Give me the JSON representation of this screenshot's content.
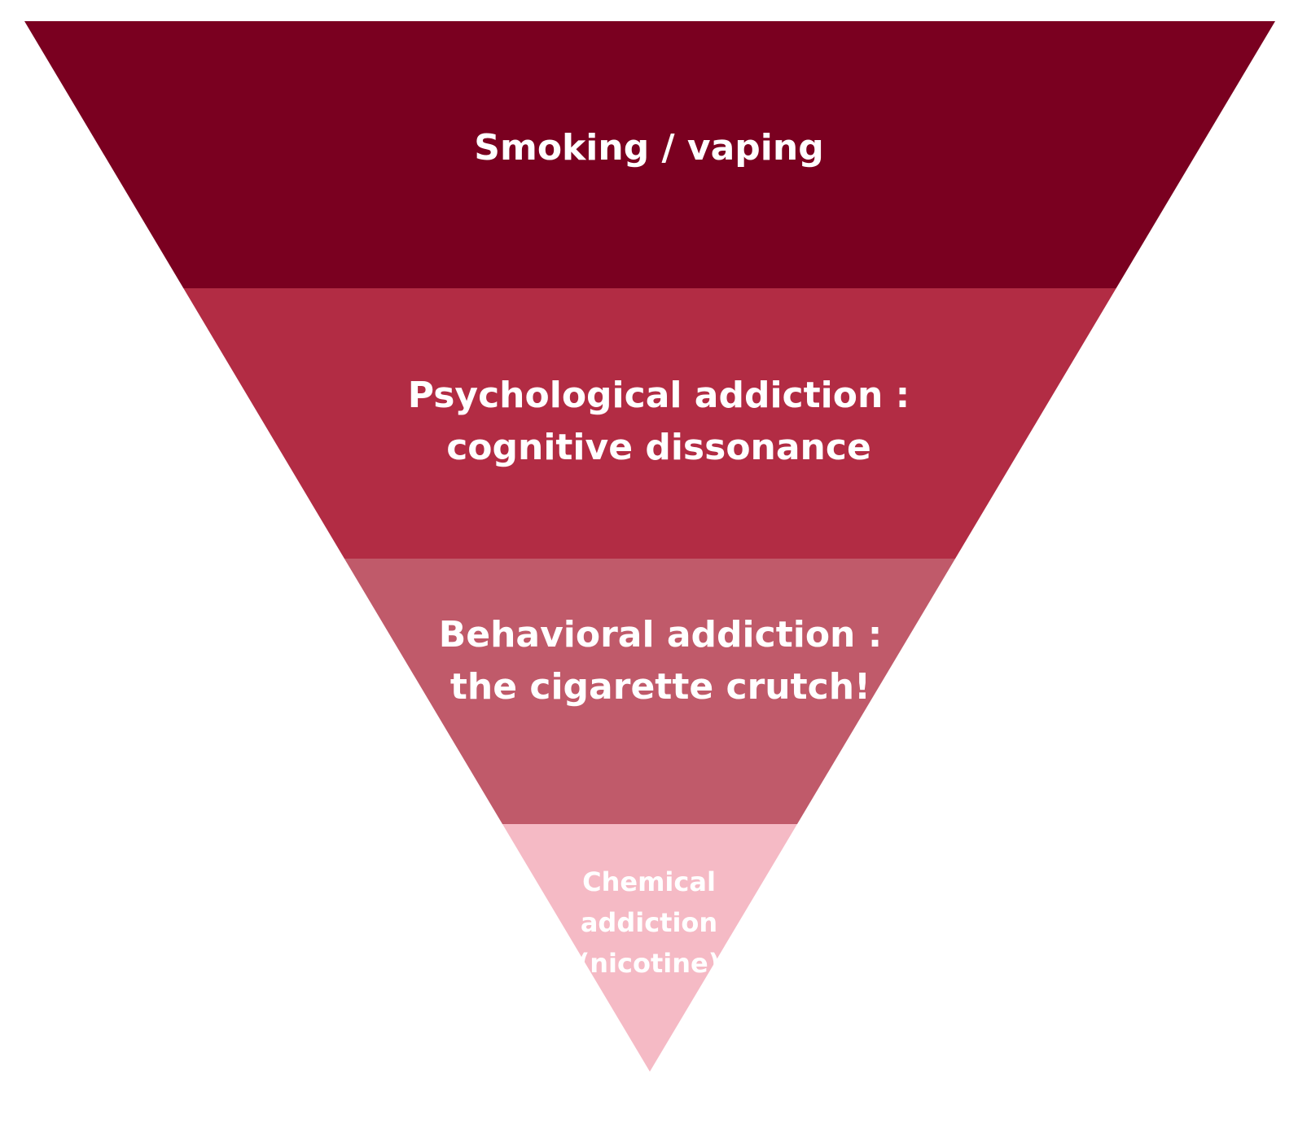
{
  "diagram": {
    "type": "inverted-pyramid",
    "levels": [
      {
        "lines": [
          "Smoking / vaping"
        ],
        "color": "#7A0020"
      },
      {
        "lines": [
          "Psychological addiction :",
          "cognitive dissonance"
        ],
        "color": "#B22C44"
      },
      {
        "lines": [
          "Behavioral addiction :",
          "the cigarette crutch!"
        ],
        "color": "#C05A6A"
      },
      {
        "lines": [
          "Chemical",
          "addiction",
          "(nicotine)"
        ],
        "color": "#F5BAC5"
      }
    ]
  }
}
